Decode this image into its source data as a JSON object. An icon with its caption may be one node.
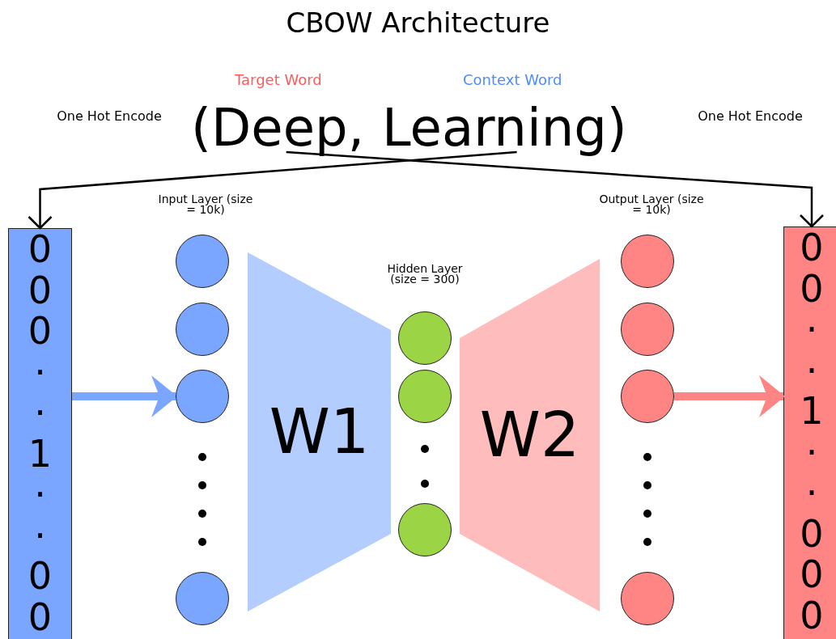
{
  "diagram": {
    "title": "CBOW Architecture",
    "nodes": [
      {
        "text": [
          "(Deep,"
        ],
        "beside": [
          "Target Word"
        ]
      },
      {
        "text": [
          "Learning)"
        ],
        "beside": [
          "Context Word"
        ]
      },
      {
        "text": [
          "0 0 0 · · 1 · · 0 0"
        ]
      },
      {
        "text": [],
        "shape": "circle"
      },
      {
        "text": [],
        "shape": "circle"
      },
      {
        "text": [],
        "shape": "circle"
      },
      {
        "text": [],
        "shape": "circle"
      },
      {
        "text": [
          "W1"
        ]
      },
      {
        "text": [],
        "shape": "circle"
      },
      {
        "text": [],
        "shape": "circle"
      },
      {
        "text": [],
        "shape": "circle"
      },
      {
        "text": [
          "W2"
        ]
      },
      {
        "text": [],
        "shape": "circle"
      },
      {
        "text": [],
        "shape": "circle"
      },
      {
        "text": [],
        "shape": "circle"
      },
      {
        "text": [],
        "shape": "circle"
      },
      {
        "text": [
          "0 0 · · 1 · · 0 0 0"
        ]
      }
    ],
    "edges": [
      {
        "from": 0,
        "to": 16,
        "arrow": "to"
      },
      {
        "from": 1,
        "to": 2,
        "arrow": "to"
      },
      {
        "from": 2,
        "to": 5,
        "arrow": "to",
        "style": "thick",
        "color": "#7aa6ff"
      },
      {
        "from": 14,
        "to": 16,
        "arrow": "to",
        "style": "thick",
        "color": "#ff8585"
      }
    ],
    "labels": [
      "One Hot Encode",
      "One Hot Encode",
      "Input Layer (size = 10k)",
      "Output Layer (size = 10k)",
      "Hidden Layer (size = 300)"
    ]
  }
}
